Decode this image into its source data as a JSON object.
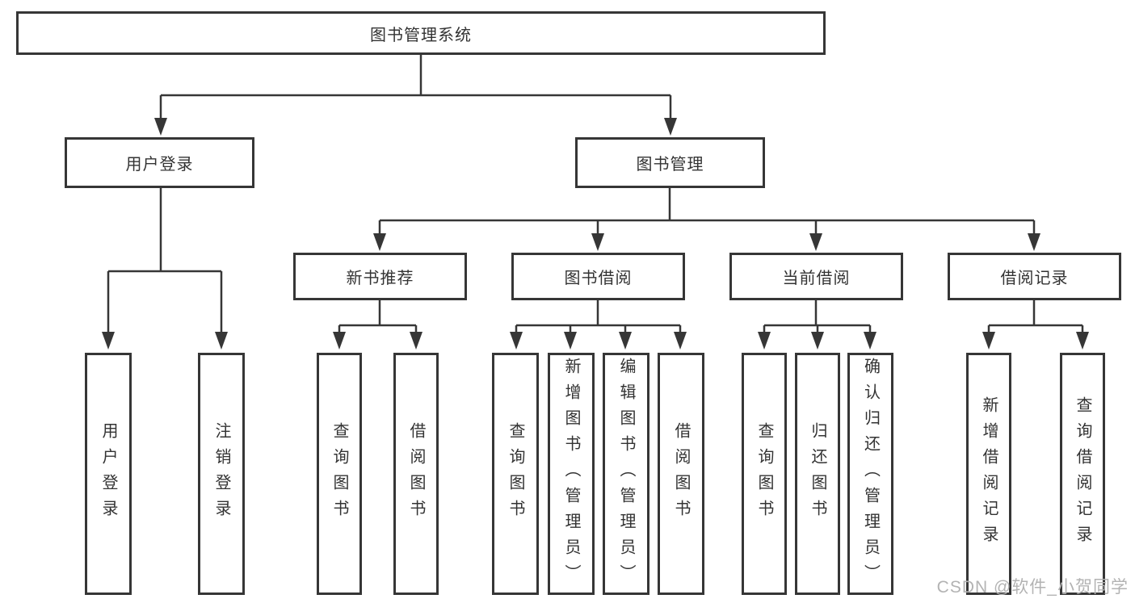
{
  "tree": {
    "root": "图书管理系统",
    "level2": [
      "用户登录",
      "图书管理"
    ],
    "level3": [
      "新书推荐",
      "图书借阅",
      "当前借阅",
      "借阅记录"
    ],
    "leaves_user_login": [
      "用户登录",
      "注销登录"
    ],
    "leaves_new_books": [
      "查询图书",
      "借阅图书"
    ],
    "leaves_book_borrow": [
      "查询图书",
      "新增图书（管理员）",
      "编辑图书（管理员）",
      "借阅图书"
    ],
    "leaves_current_borrow": [
      "查询图书",
      "归还图书",
      "确认归还（管理员）"
    ],
    "leaves_borrow_records": [
      "新增借阅记录",
      "查询借阅记录"
    ]
  },
  "watermark": {
    "text": "CSDN @软件_小贺同学"
  },
  "colors": {
    "line": "#363636",
    "box_border": "#363636",
    "box_background": "#ffffff",
    "text": "#333333",
    "watermark": "#b3b3b3",
    "background": "#ffffff"
  }
}
